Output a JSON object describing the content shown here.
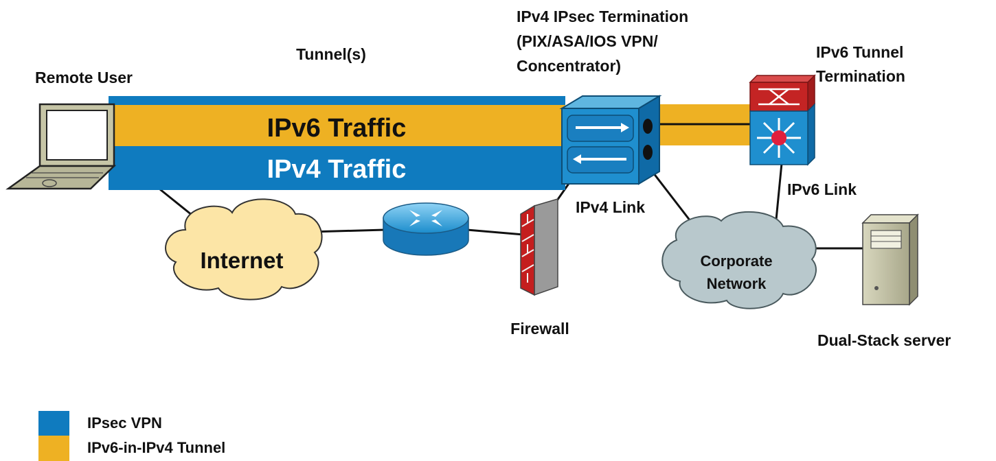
{
  "labels": {
    "remote_user": "Remote User",
    "tunnels": "Tunnel(s)",
    "ipsec_term_line1": "IPv4 IPsec Termination",
    "ipsec_term_line2": "(PIX/ASA/IOS VPN/",
    "ipsec_term_line3": "Concentrator)",
    "ipv6_term_line1": "IPv6 Tunnel",
    "ipv6_term_line2": "Termination",
    "ipv6_traffic": "IPv6 Traffic",
    "ipv4_traffic": "IPv4 Traffic",
    "ipv4_link": "IPv4 Link",
    "ipv6_link": "IPv6 Link",
    "internet": "Internet",
    "corporate_line1": "Corporate",
    "corporate_line2": "Network",
    "firewall": "Firewall",
    "dual_stack_server": "Dual-Stack server"
  },
  "legend": [
    {
      "label": "IPsec VPN",
      "color": "#0f7bbf"
    },
    {
      "label": "IPv6-in-IPv4 Tunnel",
      "color": "#eeb123"
    }
  ],
  "colors": {
    "ipsec": "#0f7bbf",
    "tunnel": "#eeb123",
    "internet_cloud": "#fce5a6",
    "corporate_cloud": "#b8c8cc"
  },
  "icons": {
    "laptop": "laptop-icon",
    "router": "router-icon",
    "firewall": "firewall-icon",
    "vpn_concentrator": "vpn-concentrator-icon",
    "l3_switch": "layer3-switch-icon",
    "server": "server-icon"
  }
}
